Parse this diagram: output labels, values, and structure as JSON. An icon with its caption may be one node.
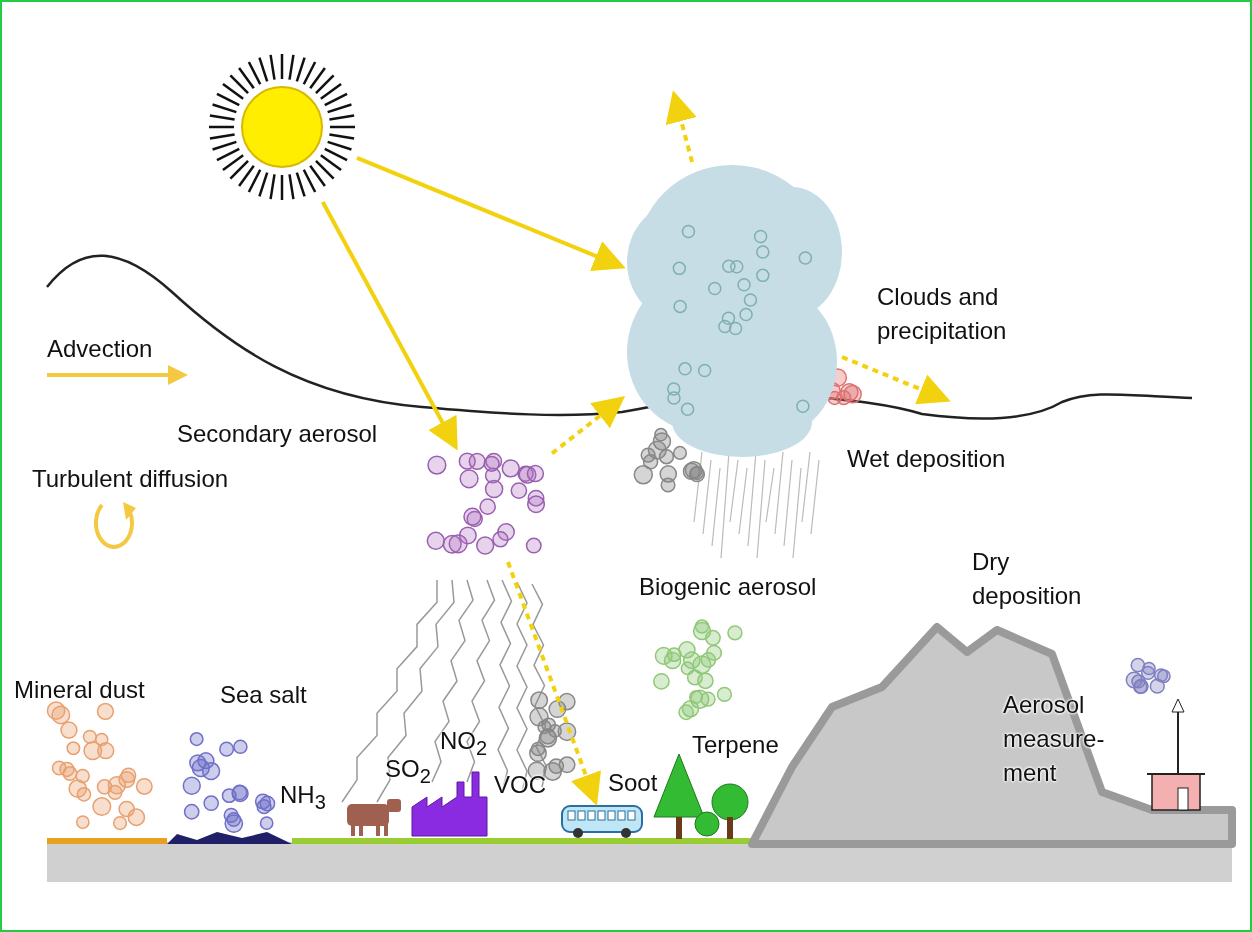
{
  "diagram": {
    "nodes": [
      {
        "text": [],
        "shape": "picture"
      },
      {
        "text": [],
        "shape": "cloud",
        "beside": [
          "Clouds and precipitation"
        ]
      },
      {
        "text": [],
        "shape": "picture",
        "beside": [
          "Secondary aerosol"
        ]
      },
      {
        "text": [],
        "shape": "picture"
      }
    ],
    "edges": [
      {
        "from": 0,
        "to": 1,
        "arrow": "to"
      },
      {
        "from": 0,
        "to": 2,
        "arrow": "to"
      },
      {
        "from": 1,
        "to": null,
        "arrow": "to",
        "style": "dashed"
      },
      {
        "from": 1,
        "to": null,
        "arrow": "to",
        "style": "dashed"
      },
      {
        "from": 2,
        "to": 1,
        "arrow": "to",
        "style": "dashed"
      },
      {
        "from": 2,
        "to": 3,
        "arrow": "to",
        "style": "dashed"
      }
    ],
    "labels": [
      "Advection",
      "Wet deposition",
      "Turbulent diffusion",
      "Dry deposition",
      "Biogenic aerosol",
      "Mineral dust",
      "Sea salt",
      "Aerosol measure-ment",
      "NO$_{2}$",
      "Terpene",
      "SO$_{2}$",
      "VOC",
      "Soot",
      "NH$_{3}$"
    ]
  }
}
